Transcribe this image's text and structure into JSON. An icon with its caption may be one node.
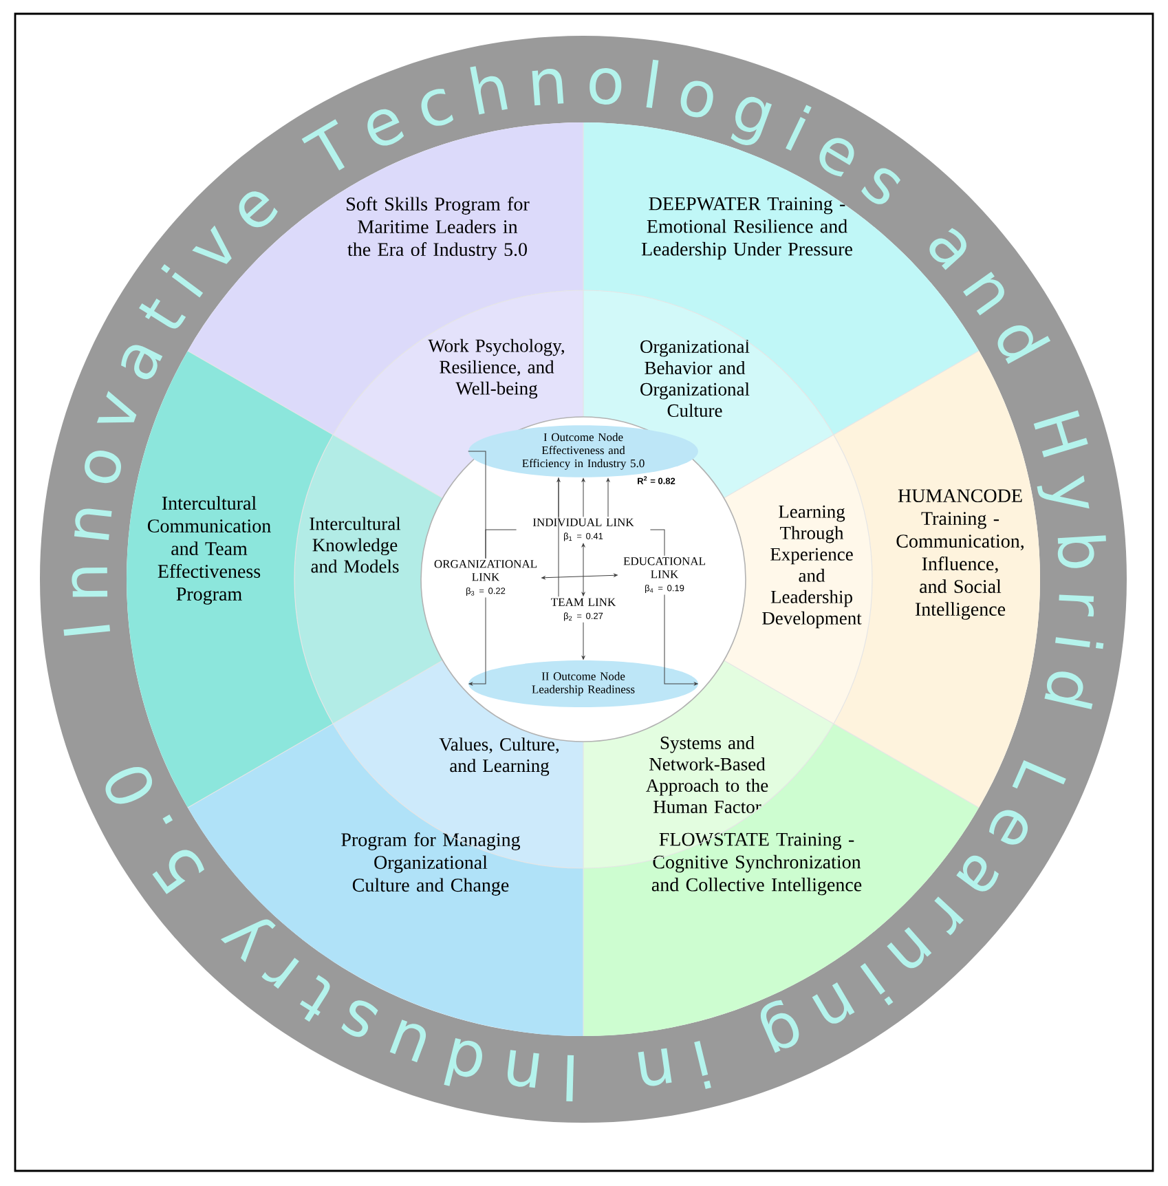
{
  "diagram": {
    "title": "Innovative Technologies and Hybrid Learning in Industry 5.0",
    "nodes": [
      {
        "text": [
          "Soft Skills Program for Maritime Leaders in the Era of Industry 5.0"
        ]
      },
      {
        "text": [
          "DEEPWATER Training - Emotional Resilience and Leadership Under Pressure"
        ]
      },
      {
        "text": [
          "Work Psychology, Resilience, and Well-being"
        ]
      },
      {
        "text": [
          "Organizational Behavior and Organizational Culture"
        ]
      },
      {
        "text": [
          "Intercultural Communication and Team Effectiveness Program"
        ]
      },
      {
        "text": [
          "Intercultural Knowledge and Models"
        ]
      },
      {
        "text": [],
        "shape": "circle"
      },
      {
        "text": [
          "I Outcome Node",
          "Effectiveness and Efficiency in Industry 5.0"
        ],
        "in": 6
      },
      {
        "text": [
          "INDIVIDUAL LINK",
          "β$_{1}$ = 0.41"
        ],
        "in": 6
      },
      {
        "text": [
          "ORGANIZATIONAL LINK",
          "β$_{3}$ = 0.22"
        ],
        "in": 6
      },
      {
        "text": [
          "EDUCATIONAL LINK",
          "β$_{4}$ = 0.19"
        ],
        "in": 6
      },
      {
        "text": [
          "TEAM LINK",
          "β$_{2}$ = 0.27"
        ],
        "in": 6
      },
      {
        "text": [
          "II Outcome Node",
          "Leadership Readiness"
        ],
        "in": 6
      },
      {
        "text": [
          "Learning Through Experience and Leadership Development"
        ]
      },
      {
        "text": [
          "HUMANCODE Training - Communication, Influence, and Social Intelligence"
        ]
      },
      {
        "text": [
          "Values, Culture, and Learning"
        ]
      },
      {
        "text": [
          "Systems and Network-Based Approach to the Human Factor"
        ]
      },
      {
        "text": [
          "Program for Managing Organizational Culture and Change"
        ]
      },
      {
        "text": [
          "FLOWSTATE Training - Cognitive Synchronization and Collective Intelligence"
        ]
      }
    ],
    "edges": [
      {
        "from": 8,
        "to": 7,
        "arrow": "to"
      },
      {
        "from": 8,
        "to": 7,
        "arrow": "to"
      },
      {
        "from": 8,
        "to": 7,
        "arrow": "to"
      },
      {
        "from": 9,
        "to": 10,
        "arrow": "both"
      },
      {
        "from": 8,
        "to": 11,
        "arrow": "both"
      },
      {
        "from": 11,
        "to": 12,
        "arrow": "to"
      },
      {
        "from": 11,
        "to": 7,
        "arrow": "none"
      },
      {
        "from": 7,
        "to": 9,
        "arrow": "none"
      },
      {
        "from": 8,
        "to": 9,
        "arrow": "none"
      },
      {
        "from": 9,
        "to": 12,
        "arrow": "to"
      },
      {
        "from": 8,
        "to": 10,
        "arrow": "none"
      },
      {
        "from": 10,
        "to": 12,
        "arrow": "to"
      }
    ],
    "labels": [
      "R$^{2}$ = 0.82"
    ]
  }
}
